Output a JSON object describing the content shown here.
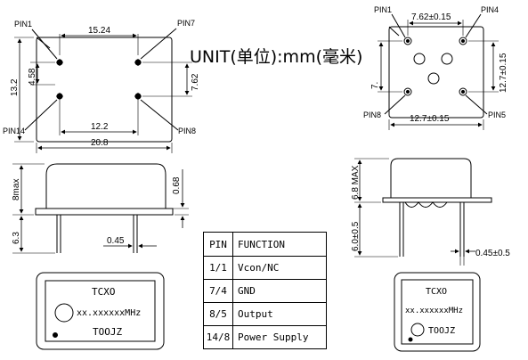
{
  "unit_label": "UNIT(单位):mm(毫米)",
  "top_view_left": {
    "pin_labels": {
      "pin1": "PIN1",
      "pin7": "PIN7",
      "pin14": "PIN14",
      "pin8": "PIN8"
    },
    "dims": {
      "top_width": "15.24",
      "left_height": "13.2",
      "inner_height": "4.58",
      "right_height": "7.62",
      "bottom_inner": "12.2",
      "bottom_outer": "20.8"
    }
  },
  "side_view_left": {
    "dims": {
      "height_max": "8max",
      "lead_length": "6.3",
      "standoff": "0.68",
      "lead_width": "0.45"
    }
  },
  "top_view_right": {
    "pin_labels": {
      "pin1": "PIN1",
      "pin4": "PIN4",
      "pin8": "PIN8",
      "pin5": "PIN5"
    },
    "dims": {
      "top_width": "7.62±0.15",
      "right_height": "12.7±0.15",
      "left_height": "7.",
      "bottom_width": "12.7±0.15"
    }
  },
  "side_view_right": {
    "dims": {
      "height_max": "6.8 MAX",
      "lead_length": "6.0±0.5",
      "lead_width": "0.45±0.5"
    }
  },
  "pin_table": {
    "headers": [
      "PIN",
      "FUNCTION"
    ],
    "rows": [
      {
        "pin": "1/1",
        "function": "Vcon/NC"
      },
      {
        "pin": "7/4",
        "function": "GND"
      },
      {
        "pin": "8/5",
        "function": "Output"
      },
      {
        "pin": "14/8",
        "function": "Power Supply"
      }
    ]
  },
  "marking_left": {
    "type": "TCXO",
    "freq": "xx.xxxxxxMHz",
    "code": "TOOJZ"
  },
  "marking_right": {
    "type": "TCXO",
    "freq": "xx.xxxxxxMHz",
    "code": "TOOJZ"
  }
}
